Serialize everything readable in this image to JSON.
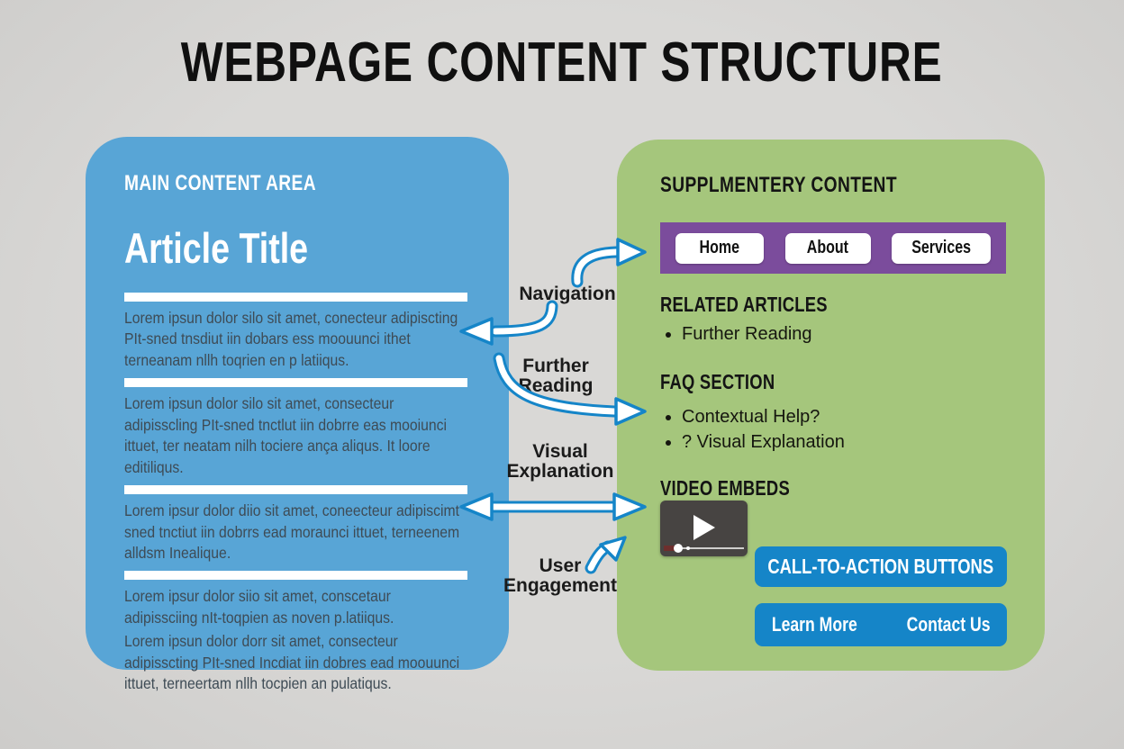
{
  "title": "WEBPAGE CONTENT STRUCTURE",
  "main_panel": {
    "header": "MAIN CONTENT AREA",
    "article_title": "Article Title",
    "paragraphs": [
      "Lorem ipsun dolor silo sit amet, conecteur adipiscting PIt-sned tnsdiut iin dobars ess moouunci ithet terneanam nllh toqrien en p latiiqus.",
      "Lorem ipsun dolor silo sit amet, consecteur adipisscling PIt-sned tnctlut iin dobrre eas mooiunci ittuet, ter neatam nilh tociere ança aliqus. It loore editiliqus.",
      "Lorem ipsur dolor diio sit amet, coneecteur adipiscimt sned tnctiut iin dobrrs ead moraunci ittuet, terneenem alldsm Inealique.",
      "Lorem ipsur dolor siio sit amet, conscetaur adipissciing nIt-toqpien as noven p.latiiqus.",
      "Lorem ipsun dolor dorr sit amet, consecteur adipisscting PIt-sned Incdiat iin dobres ead moouunci ittuet, terneertam nllh tocpien an pulatiqus."
    ]
  },
  "supplementary_panel": {
    "header": "SUPPLMENTERY CONTENT",
    "nav_items": [
      "Home",
      "About",
      "Services"
    ],
    "related_articles": {
      "heading": "RELATED ARTICLES",
      "bullets": [
        "Further Reading"
      ]
    },
    "faq": {
      "heading": "FAQ SECTION",
      "bullets": [
        "Contextual Help?",
        "? Visual Explanation"
      ]
    },
    "video": {
      "heading": "VIDEO EMBEDS",
      "icon": "play-icon"
    },
    "cta": {
      "primary": "CALL-TO-ACTION BUTTONS",
      "learn_more": "Learn More",
      "contact_us": "Contact Us"
    }
  },
  "connector_labels": {
    "navigation": "Navigation",
    "further_reading": "Further Reading",
    "visual_explanation": "Visual Explanation",
    "user_engagement": "User Engagement"
  },
  "colors": {
    "background": "#D6D5D3",
    "main_panel_blue": "#58A5D6",
    "supplementary_green": "#A5C67C",
    "nav_purple": "#7B4C9C",
    "cta_blue": "#1585C8",
    "arrow_blue": "#1585C8",
    "paragraph_text": "#3E4B55",
    "heading_black": "#141414",
    "player_dark": "#474442",
    "player_red": "#6E2F2D"
  }
}
